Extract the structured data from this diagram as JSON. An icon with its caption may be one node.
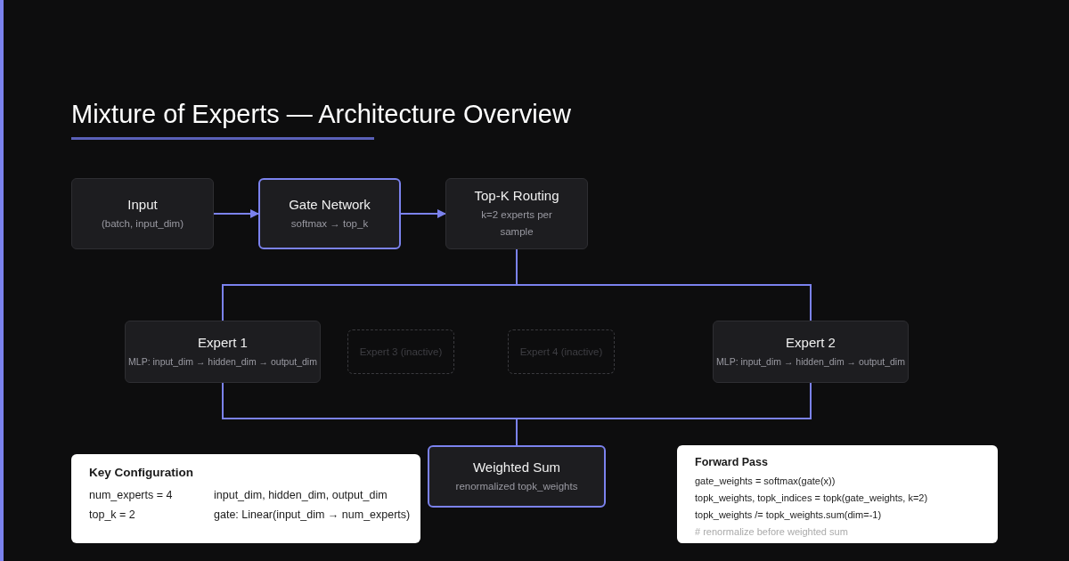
{
  "diagram": {
    "title": "Mixture of Experts — Architecture Overview",
    "nodes": [
      {
        "text": [
          "Input",
          "(batch, input_dim)"
        ]
      },
      {
        "text": [
          "Gate Network",
          "softmax → top_k"
        ]
      },
      {
        "text": [
          "Top-K Routing",
          "k=2 experts per sample"
        ]
      },
      {
        "text": [
          "Expert 1",
          "MLP: input_dim → hidden_dim → output_dim"
        ]
      },
      {
        "text": [
          "Expert 3 (inactive)"
        ]
      },
      {
        "text": [
          "Expert 4 (inactive)"
        ]
      },
      {
        "text": [
          "Expert 2",
          "MLP: input_dim → hidden_dim → output_dim"
        ]
      },
      {
        "text": [
          "Weighted Sum",
          "renormalized topk_weights"
        ]
      },
      {
        "text": [
          "Key Configuration",
          "num_experts = 4",
          "input_dim, hidden_dim, output_dim",
          "top_k = 2",
          "gate: Linear(input_dim → num_experts)"
        ]
      },
      {
        "text": [
          "Forward Pass",
          "gate_weights = softmax(gate(x))",
          "topk_weights, topk_indices = topk(gate_weights, k=2)",
          "topk_weights /= topk_weights.sum(dim=-1)",
          "# renormalize before weighted sum"
        ]
      }
    ],
    "edges": [
      {
        "from": 0,
        "to": 1,
        "arrow": "to"
      },
      {
        "from": 1,
        "to": 2,
        "arrow": "to"
      },
      {
        "from": 2,
        "to": 3,
        "arrow": "none"
      },
      {
        "from": 2,
        "to": 6,
        "arrow": "none"
      },
      {
        "from": 3,
        "to": 7,
        "arrow": "none"
      },
      {
        "from": 6,
        "to": 7,
        "arrow": "none"
      }
    ]
  }
}
